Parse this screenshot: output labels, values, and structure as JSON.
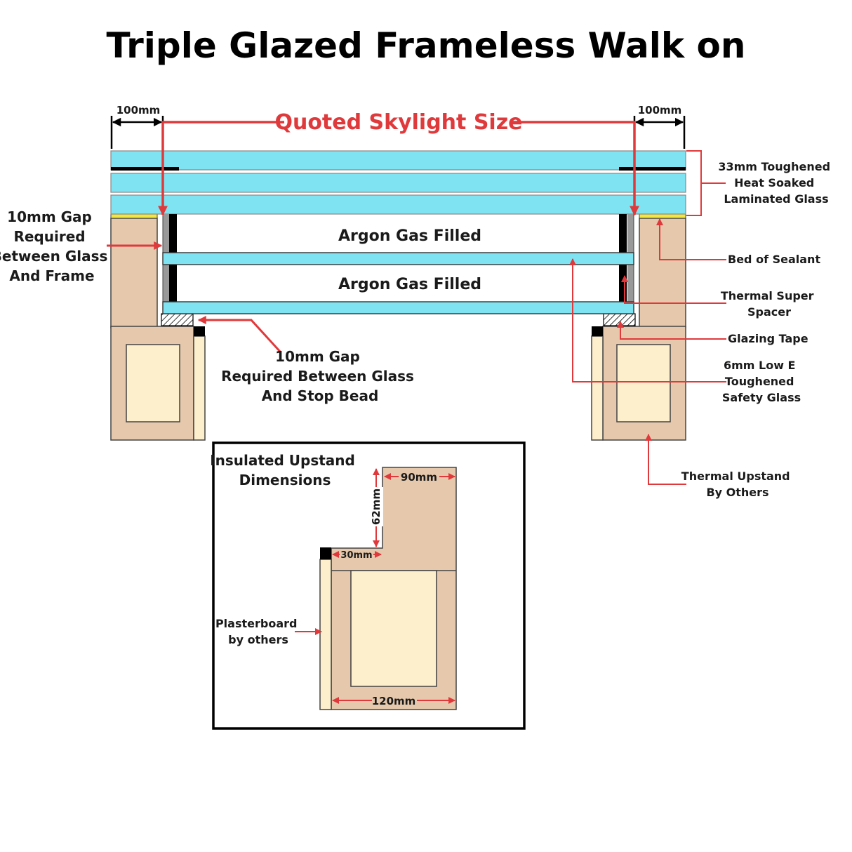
{
  "title": "Triple Glazed Frameless Walk on",
  "dimensions": {
    "left_overhang": "100mm",
    "right_overhang": "100mm",
    "quoted_size": "Quoted Skylight Size"
  },
  "cavities": {
    "upper": "Argon Gas Filled",
    "lower": "Argon Gas Filled"
  },
  "callouts": {
    "glass_33": [
      "33mm Toughened",
      "Heat Soaked",
      "Laminated Glass"
    ],
    "sealant": [
      "Bed of Sealant"
    ],
    "spacer": [
      "Thermal Super",
      "Spacer"
    ],
    "glazing_tape": [
      "Glazing Tape"
    ],
    "low_e": [
      "6mm Low E",
      "Toughened",
      "Safety Glass"
    ],
    "upstand": [
      "Thermal Upstand",
      "By Others"
    ],
    "gap_frame": [
      "10mm Gap",
      "Required",
      "Between Glass",
      "And Frame"
    ],
    "gap_bead": [
      "10mm Gap",
      "Required Between Glass",
      "And Stop Bead"
    ]
  },
  "inset": {
    "title": [
      "Insulated Upstand",
      "Dimensions"
    ],
    "dim_90": "90mm",
    "dim_62": "62mm",
    "dim_30": "30mm",
    "dim_120": "120mm",
    "plasterboard": [
      "Plasterboard",
      "by others"
    ]
  },
  "colors": {
    "glass": "#7fe3f2",
    "wood": "#e6c9ac",
    "insulation": "#fdefcc",
    "sealant": "#f3e73a",
    "arrow": "#e0393b",
    "spacer": "#999999"
  }
}
